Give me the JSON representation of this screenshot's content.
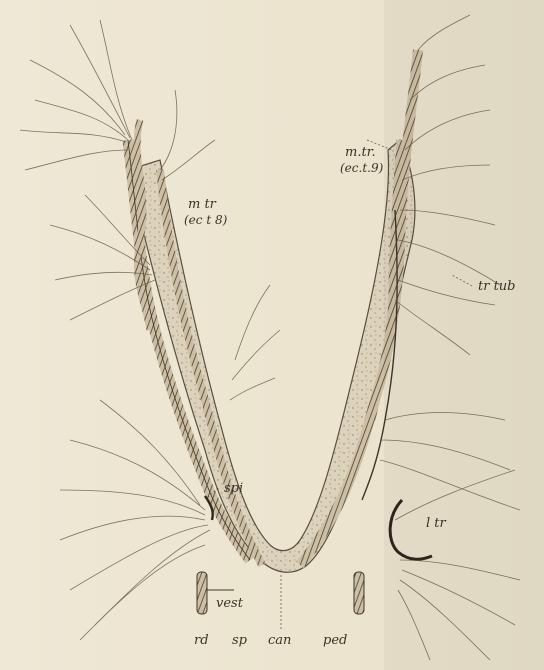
{
  "figure": {
    "labels": {
      "m_tr_left": "m tr",
      "m_tr_left_sub": "(ec t 8)",
      "m_tr_right": "m.tr.",
      "m_tr_right_sub": "(ec.t.9)",
      "spi": "spi",
      "tr_tub": "tr tub",
      "l_tr": "l tr",
      "vest": "vest",
      "rd": "rd",
      "sp": "sp",
      "can": "can",
      "ped": "ped"
    },
    "colors": {
      "paper": "#ece4cf",
      "ink": "#3a3328",
      "fill": "#d6ccb6"
    }
  }
}
